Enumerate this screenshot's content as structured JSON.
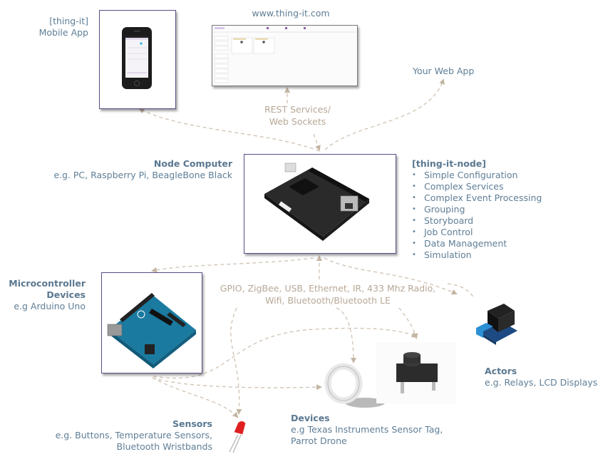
{
  "colors": {
    "label_text": "#5f7e96",
    "connector_text": "#b8a898",
    "arrow": "#c7b8a6",
    "frame_border": "#5c4b84"
  },
  "mobile_app": {
    "line1": "[thing-it]",
    "line2": "Mobile App",
    "image": "smartphone-screenshot"
  },
  "web": {
    "title": "www.thing-it.com",
    "image": "web-dashboard-screenshot"
  },
  "your_web_app": {
    "label": "Your Web App"
  },
  "rest": {
    "line1": "REST Services/",
    "line2": "Web Sockets"
  },
  "node_computer": {
    "title": "Node Computer",
    "subtitle": "e.g. PC, Raspberry Pi, BeagleBone Black",
    "image": "beaglebone-board"
  },
  "thing_it_node": {
    "title": "[thing-it-node]",
    "features": [
      "Simple Configuration",
      "Complex Services",
      "Complex Event Processing",
      "Grouping",
      "Storyboard",
      "Job Control",
      "Data Management",
      "Simulation"
    ]
  },
  "microcontroller": {
    "title_line1": "Microcontroller",
    "title_line2": "Devices",
    "subtitle": "e.g Arduino Uno",
    "image": "arduino-board"
  },
  "protocols": {
    "line1": "GPIO, ZigBee, USB, Ethernet, IR, 433 Mhz Radio,",
    "line2": "Wifi, Bluetooth/Bluetooth LE"
  },
  "actors": {
    "title": "Actors",
    "subtitle": "e.g. Relays, LCD Displays",
    "image": "relay-module"
  },
  "devices": {
    "title": "Devices",
    "subtitle_line1": "e.g Texas Instruments Sensor Tag,",
    "subtitle_line2": "Parrot Drone",
    "images": [
      "wristband",
      "push-button"
    ]
  },
  "sensors": {
    "title": "Sensors",
    "subtitle_line1": "e.g. Buttons, Temperature Sensors,",
    "subtitle_line2": "Bluetooth Wristbands",
    "image": "red-led"
  }
}
